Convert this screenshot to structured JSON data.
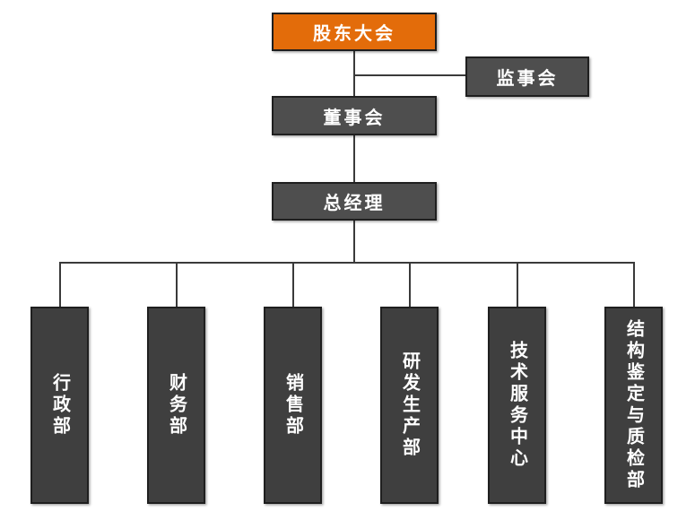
{
  "diagram": {
    "type": "org-chart",
    "nodes": {
      "shareholders": {
        "label": "股东大会"
      },
      "supervisory": {
        "label": "监事会"
      },
      "board": {
        "label": "董事会"
      },
      "general_manager": {
        "label": "总经理"
      }
    },
    "departments": [
      {
        "label": "行政部"
      },
      {
        "label": "财务部"
      },
      {
        "label": "销售部"
      },
      {
        "label": "研发生产部"
      },
      {
        "label": "技术服务中心"
      },
      {
        "label": "结构鉴定与质检部"
      }
    ],
    "colors": {
      "accent-orange": "#E36C0A",
      "node-gray": "#4E4E4E",
      "dept-gray": "#3F3F3F",
      "border-dark": "#1F1F1F",
      "line": "#3A3A3A",
      "text": "#FFFFFF",
      "background": "#FFFFFF"
    }
  }
}
